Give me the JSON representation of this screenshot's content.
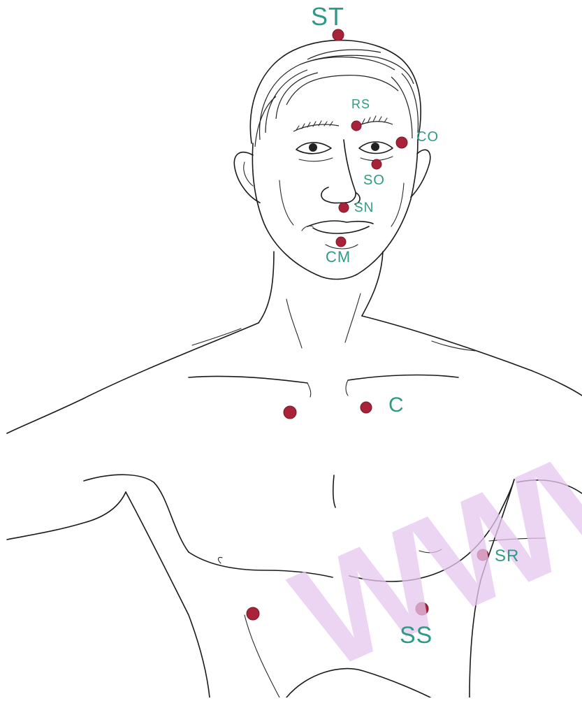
{
  "diagram": {
    "points": [
      {
        "id": "ST",
        "label": "ST"
      },
      {
        "id": "RS",
        "label": "RS"
      },
      {
        "id": "CO",
        "label": "CO"
      },
      {
        "id": "SO",
        "label": "SO"
      },
      {
        "id": "SN",
        "label": "SN"
      },
      {
        "id": "CM",
        "label": "CM"
      },
      {
        "id": "C",
        "label": "C"
      },
      {
        "id": "C2",
        "label": ""
      },
      {
        "id": "SR",
        "label": "SR"
      },
      {
        "id": "SS",
        "label": "SS"
      },
      {
        "id": "SS2",
        "label": ""
      }
    ],
    "watermark": "WWW"
  },
  "colors": {
    "point": "#a8233a",
    "label": "#2e9a86",
    "watermark": "#e6c6ef",
    "ink": "#1a1a1a"
  }
}
